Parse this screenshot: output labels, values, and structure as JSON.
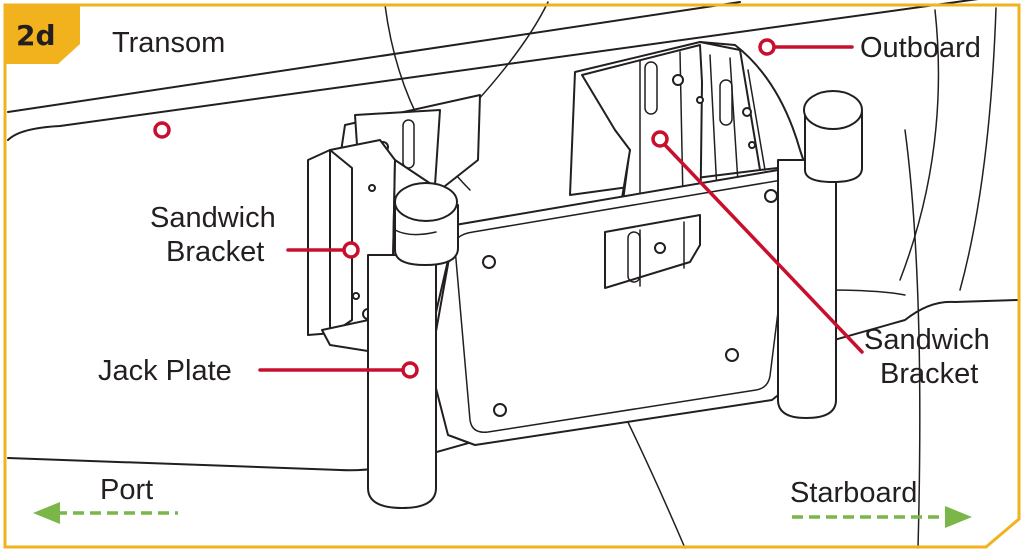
{
  "badge": {
    "text": "2d",
    "color": "#f2b21d"
  },
  "frame": {
    "border_color": "#f2b21d"
  },
  "leader_color": "#c8102e",
  "arrow_color": "#7ab648",
  "labels": {
    "transom": "Transom",
    "outboard": "Outboard",
    "sandwich_left_line1": "Sandwich",
    "sandwich_left_line2": "Bracket",
    "jack_plate": "Jack Plate",
    "sandwich_right_line1": "Sandwich",
    "sandwich_right_line2": "Bracket",
    "port": "Port",
    "starboard": "Starboard"
  },
  "icons": {
    "port_arrow": "arrow-left-icon",
    "starboard_arrow": "arrow-right-icon"
  }
}
